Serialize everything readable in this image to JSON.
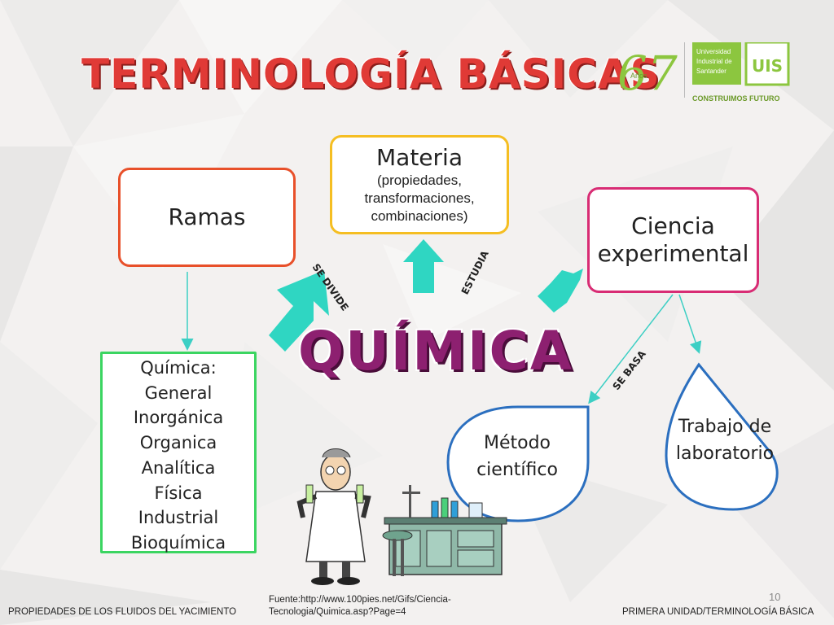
{
  "slide": {
    "title": "TERMINOLOGÍA BÁSICAS",
    "center_word": "QUÍMICA",
    "page_number": "10"
  },
  "nodes": {
    "ramas": "Ramas",
    "materia_title": "Materia",
    "materia_sub": [
      "(propiedades,",
      "transformaciones,",
      "combinaciones)"
    ],
    "ciencia": [
      "Ciencia",
      "experimental"
    ],
    "quimica_list": [
      "Química:",
      "General",
      "Inorgánica",
      "Organica",
      "Analítica",
      "Física",
      "Industrial",
      "Bioquímica"
    ],
    "metodo": [
      "Método",
      "científico"
    ],
    "trabajo": [
      "Trabajo de",
      "laboratorio"
    ]
  },
  "connector_labels": {
    "se_divide": "SE DIVIDE",
    "estudia": "ESTUDIA",
    "se_basa": "SE BASA"
  },
  "logos": {
    "anniversary_number": "67",
    "anniversary_word": "Años",
    "university_lines": [
      "Universidad",
      "Industrial de",
      "Santander"
    ],
    "uis_mark": "UIS",
    "motto": "CONSTRUIMOS FUTURO"
  },
  "footer": {
    "left": "PROPIEDADES DE LOS FLUIDOS DEL YACIMIENTO",
    "source_line1": "Fuente:http://www.100pies.net/Gifs/Ciencia-",
    "source_line2": "Tecnologia/Quimica.asp?Page=4",
    "right": "PRIMERA UNIDAD/TERMINOLOGÍA BÁSICA"
  },
  "colors": {
    "title_red": "#e03a36",
    "quimica_purple": "#8d2070",
    "ramas_border": "#e8502a",
    "materia_border": "#f5be22",
    "ciencia_border": "#d82c74",
    "list_border": "#3bd561",
    "arrow_teal": "#2fd6c2",
    "drop_blue": "#2b6fbf",
    "uis_green": "#8cc63f"
  }
}
